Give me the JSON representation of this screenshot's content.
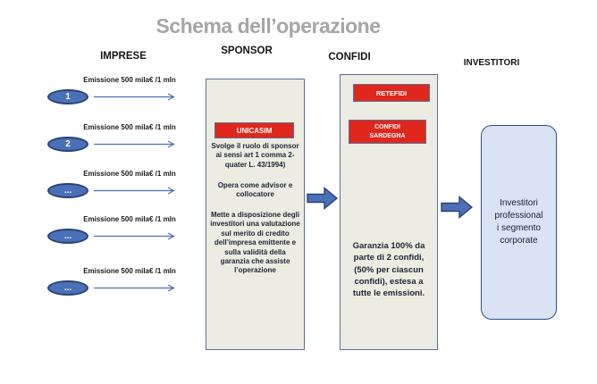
{
  "title": "Schema dell’operazione",
  "headers": {
    "imprese": "IMPRESE",
    "sponsor": "SPONSOR",
    "confidi": "CONFIDI",
    "investitori": "INVESTITORI"
  },
  "imprese": {
    "rows": [
      {
        "label": "1",
        "emission": "Emissione  500 mila€ /1 mln"
      },
      {
        "label": "2",
        "emission": "Emissione  500 mila€ /1 mln"
      },
      {
        "label": "...",
        "emission": "Emissione  500 mila€ /1 mln"
      },
      {
        "label": "...",
        "emission": "Emissione  500 mila€ /1 mln"
      },
      {
        "label": "...",
        "emission": "Emissione  500 mila€ /1 mln"
      }
    ]
  },
  "sponsor": {
    "entity": "UNICASIM",
    "paragraphs": [
      "Svolge il ruolo di sponsor ai sensi  art  1 comma 2-quater  L. 43/1994)",
      "Opera come advisor e collocatore",
      "Mette a disposizione degli investitori una valutazione sul merito di credito dell’impresa emittente e sulla validità della garanzia che assiste l’operazione"
    ]
  },
  "confidi": {
    "entity1": "RETEFIDI",
    "entity2_line1": "CONFIDI",
    "entity2_line2": "SARDEGNA",
    "guarantee": "Garanzia 100% da parte di 2 confidi, (50% per ciascun confidi), estesa a tutte le emissioni."
  },
  "investitori": {
    "lines": [
      "Investitori",
      "professional",
      "i segmento",
      "corporate"
    ]
  },
  "colors": {
    "title_gray": "#a6a6a6",
    "shape_blue": "#4a70b8",
    "shape_blue_border": "#2c4374",
    "panel_fill": "#ecece2",
    "panel_border": "#5a6e9c",
    "entity_red": "#e0271c",
    "investor_fill": "#dae3f3",
    "investor_border": "#2e4d8e"
  }
}
